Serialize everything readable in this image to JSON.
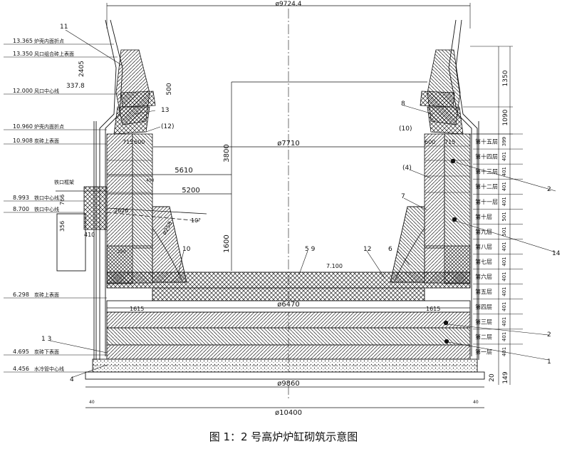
{
  "caption": "图 1：2 号高炉炉缸砌筑示意图",
  "dims": {
    "top_width": "ø9724.4",
    "inner_dia": "ø7710",
    "hearth_dia": "ø6470",
    "bottom_dia": "ø9860",
    "outer_dia": "ø10400",
    "d_5610": "5610",
    "d_5200": "5200",
    "d_3800": "3800",
    "d_1600": "1600",
    "d_500": "500",
    "d_1350": "1350",
    "d_1090": "1090",
    "d_2405": "2405",
    "d_337": "337.8",
    "d_766": "766",
    "d_356": "356",
    "d_410": "410",
    "d_2626": "2626",
    "d_10deg": "10°",
    "d_258": "ø258",
    "d_715a": "715",
    "d_715b": "715",
    "d_600a": "600",
    "d_600b": "600",
    "d_1615a": "1615",
    "d_1615b": "1615",
    "d_7100": "7.100",
    "d_20": "20",
    "d_149": "149",
    "d_40a": "40",
    "d_40b": "40",
    "d_450": "450",
    "d_250": "250"
  },
  "elevations": [
    {
      "value": "13.365",
      "label": "炉壳内面折点"
    },
    {
      "value": "13.350",
      "label": "风口组合砖上表面"
    },
    {
      "value": "12.000",
      "label": "风口中心线"
    },
    {
      "value": "10.960",
      "label": "炉壳内面折点"
    },
    {
      "value": "10.908",
      "label": "炭砖上表面"
    },
    {
      "value": "8.993",
      "label": "铁口中心线"
    },
    {
      "value": "8.700",
      "label": "铁口中心线"
    },
    {
      "value": "6.298",
      "label": "炭砖上表面"
    },
    {
      "value": "4.695",
      "label": "炭砖下表面"
    },
    {
      "value": "4.456",
      "label": "水冷管中心线"
    }
  ],
  "tap_label": "铁口框架",
  "layers": [
    "第十五层",
    "第十四层",
    "第十三层",
    "第十二层",
    "第十一层",
    "第十层",
    "第九层",
    "第八层",
    "第七层",
    "第六层",
    "第五层",
    "第四层",
    "第三层",
    "第二层",
    "第一层"
  ],
  "layer_heights": [
    "399",
    "401",
    "401",
    "401",
    "401",
    "501",
    "501",
    "401",
    "401",
    "401",
    "401",
    "401",
    "401",
    "401",
    "401"
  ],
  "callouts": {
    "c11": "11",
    "c13": "13",
    "c12p": "(12)",
    "c8": "8",
    "c10p": "(10)",
    "c4p": "(4)",
    "c7": "7",
    "c10": "10",
    "c59": "5  9",
    "c12": "12",
    "c6": "6",
    "c13b": "1  3",
    "c4": "4",
    "c2a": "2",
    "c14": "14",
    "c2b": "2",
    "c1": "1"
  }
}
